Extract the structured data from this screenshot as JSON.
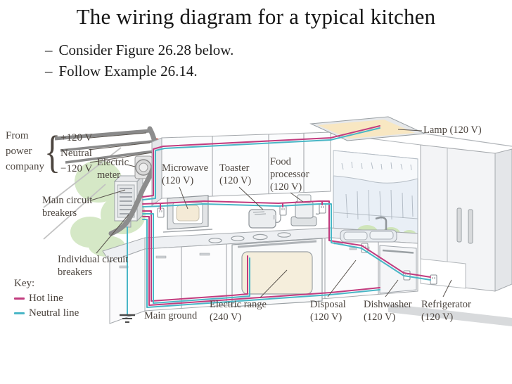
{
  "slide": {
    "title": "The wiring diagram for a typical kitchen",
    "bullet_prefix": "–",
    "bullets": [
      "Consider Figure 26.28 below.",
      "Follow Example 26.14."
    ]
  },
  "diagram": {
    "power": {
      "brace": "{",
      "from_power_company": "From power company",
      "lines": [
        "+120 V",
        "Neutral",
        "−120 V"
      ],
      "electric_meter": "Electric meter",
      "main_circuit_breakers": "Main circuit breakers",
      "individual_circuit_breakers": "Individual circuit breakers",
      "main_ground": "Main ground"
    },
    "appliances": [
      {
        "id": "microwave",
        "name": "Microwave",
        "volts": "(120 V)"
      },
      {
        "id": "toaster",
        "name": "Toaster",
        "volts": "(120 V)"
      },
      {
        "id": "food-processor",
        "name": "Food processor",
        "volts": "(120 V)"
      },
      {
        "id": "lamp",
        "name": "Lamp",
        "volts": "(120 V)"
      },
      {
        "id": "electric-range",
        "name": "Electric range",
        "volts": "(240 V)"
      },
      {
        "id": "disposal",
        "name": "Disposal",
        "volts": "(120 V)"
      },
      {
        "id": "dishwasher",
        "name": "Dishwasher",
        "volts": "(120 V)"
      },
      {
        "id": "refrigerator",
        "name": "Refrigerator",
        "volts": "(120 V)"
      }
    ],
    "key": {
      "heading": "Key:",
      "items": [
        {
          "label": "Hot line",
          "color": "#c23b7e"
        },
        {
          "label": "Neutral line",
          "color": "#49b6c6"
        }
      ]
    },
    "colors": {
      "hot": "#c23b7e",
      "neutral": "#49b6c6"
    }
  }
}
